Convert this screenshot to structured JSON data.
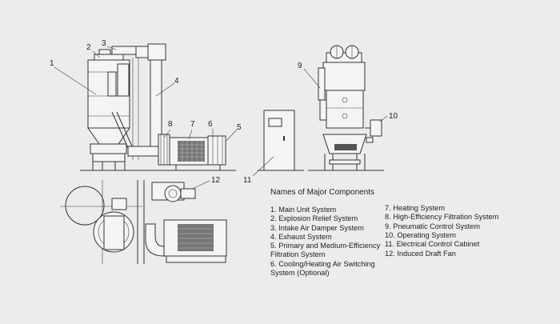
{
  "callouts": [
    "1",
    "2",
    "3",
    "4",
    "5",
    "6",
    "7",
    "8",
    "9",
    "10",
    "11",
    "12"
  ],
  "legend": {
    "title": "Names of Major Components",
    "left_items": [
      "1. Main Unit System",
      "2. Explosion Relief System",
      "3. Intake Air Damper System",
      "4. Exhaust System",
      "5. Primary and Medium-Efficiency Filtration System",
      "6. Cooling/Heating Air Switching System (Optional)"
    ],
    "right_items": [
      "7. Heating System",
      "8. High-Efficiency Filtration System",
      "9. Pneumatic Control System",
      "10. Operating System",
      "11. Electrical Control Cabinet",
      "12. Induced Draft Fan"
    ]
  }
}
